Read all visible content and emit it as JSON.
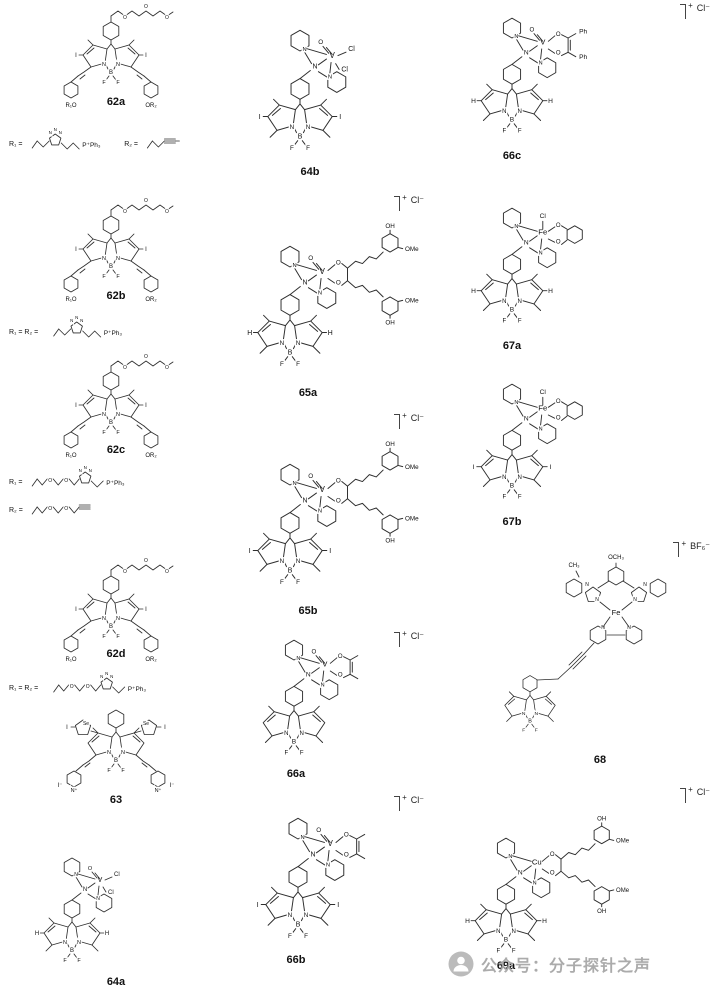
{
  "glyphs": {
    "N": "N",
    "B": "B",
    "F": "F",
    "O": "O",
    "I": "I",
    "H": "H",
    "Se": "Se",
    "V": "V",
    "Fe": "Fe",
    "Cu": "Cu",
    "Cl": "Cl",
    "Ph": "Ph",
    "OMe": "OMe",
    "OH": "OH",
    "CH3": "CH₃",
    "OCH3": "OCH₃",
    "Nplus": "N⁺",
    "Iminus": "I⁻",
    "PPh3": "P⁺Ph₃"
  },
  "compounds": {
    "c62a": {
      "label": "62a",
      "family": "bodipyPegArms",
      "halo": "I",
      "arm_left": "R₁O",
      "arm_right": "OR₂",
      "rgroups": [
        {
          "eq": "R₁ =",
          "motif": "tzPPh3"
        },
        {
          "eq": "R₂ =",
          "motif": "propargyl"
        }
      ]
    },
    "c62b": {
      "label": "62b",
      "family": "bodipyPegArms",
      "halo": "I",
      "arm_left": "R₁O",
      "arm_right": "OR₂",
      "rgroups": [
        {
          "eq": "R₁ = R₂ =",
          "motif": "tzPPh3"
        }
      ]
    },
    "c62c": {
      "label": "62c",
      "family": "bodipyPegArms",
      "halo": "I",
      "arm_left": "R₁O",
      "arm_right": "OR₂",
      "rgroups": [
        {
          "eq": "R₁ =",
          "motif": "pegTzPPh3"
        },
        {
          "eq": "R₂ =",
          "motif": "pegPropargyl"
        }
      ]
    },
    "c62d": {
      "label": "62d",
      "family": "bodipyPegArms",
      "halo": "I",
      "arm_left": "R₁O",
      "arm_right": "OR₂",
      "rgroups": [
        {
          "eq": "R₁ = R₂ =",
          "motif": "pegTzPPh3"
        }
      ]
    },
    "c63": {
      "label": "63",
      "family": "seBodipy"
    },
    "c64a": {
      "label": "64a",
      "family": "dpa",
      "metal": "V",
      "ligand": "cl2",
      "halo": "H"
    },
    "c64b": {
      "label": "64b",
      "family": "dpa",
      "metal": "V",
      "ligand": "cl2",
      "halo": "I"
    },
    "c65a": {
      "label": "65a",
      "family": "dpa",
      "metal": "V",
      "ligand": "curcumin",
      "halo": "H",
      "counterion": {
        "charge": "+",
        "ion": "Cl⁻"
      }
    },
    "c65b": {
      "label": "65b",
      "family": "dpa",
      "metal": "V",
      "ligand": "curcumin",
      "halo": "I",
      "counterion": {
        "charge": "+",
        "ion": "Cl⁻"
      }
    },
    "c66a": {
      "label": "66a",
      "family": "dpa",
      "metal": "V",
      "ligand": "acac",
      "counterion": {
        "charge": "+",
        "ion": "Cl⁻"
      }
    },
    "c66b": {
      "label": "66b",
      "family": "dpa",
      "metal": "V",
      "ligand": "acac",
      "halo": "I",
      "counterion": {
        "charge": "+",
        "ion": "Cl⁻"
      }
    },
    "c66c": {
      "label": "66c",
      "family": "dpa",
      "metal": "V",
      "ligand": "acacPh",
      "halo": "H",
      "counterion": {
        "charge": "+",
        "ion": "Cl⁻"
      }
    },
    "c67a": {
      "label": "67a",
      "family": "dpa",
      "metal": "Fe",
      "ligand": "catechol",
      "halo": "H"
    },
    "c67b": {
      "label": "67b",
      "family": "dpa",
      "metal": "Fe",
      "ligand": "catechol",
      "halo": "I"
    },
    "c68": {
      "label": "68",
      "family": "fe68",
      "metal": "Fe",
      "counterion": {
        "charge": "+",
        "ion": "BF₆⁻"
      }
    },
    "c69a": {
      "label": "69a",
      "family": "dpa",
      "metal": "Cu",
      "ligand": "curcumin",
      "halo": "H",
      "counterion": {
        "charge": "+",
        "ion": "Cl⁻"
      }
    }
  },
  "watermark": {
    "text": "公众号：分子探针之声"
  }
}
